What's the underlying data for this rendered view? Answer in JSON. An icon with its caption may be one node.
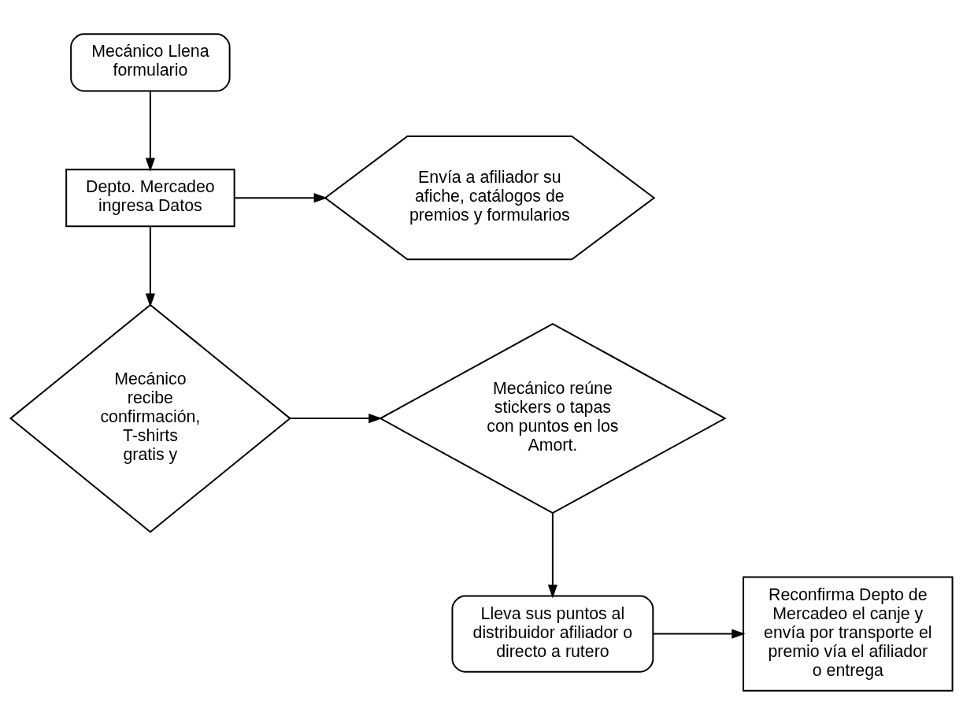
{
  "diagram": {
    "nodes": [
      {
        "text": [
          "Mecánico Llena formulario"
        ]
      },
      {
        "text": [
          "Depto. Mercadeo ingresa Datos"
        ]
      },
      {
        "text": [
          "Envía a afiliador su afiche, catálogos de premios y formularios"
        ]
      },
      {
        "text": [
          "Mecánico recibe confirmación, T-shirts gratis y"
        ]
      },
      {
        "text": [
          "Mecánico reúne stickers o tapas con puntos en los Amort."
        ]
      },
      {
        "text": [
          "Lleva sus puntos al distribuidor afiliador o directo a rutero"
        ]
      },
      {
        "text": [
          "Reconfirma Depto de Mercadeo el canje y envía por transporte el premio vía el afiliador o entrega"
        ]
      }
    ],
    "edges": [
      {
        "from": 0,
        "to": 1,
        "arrow": "to"
      },
      {
        "from": 1,
        "to": 2,
        "arrow": "to"
      },
      {
        "from": 1,
        "to": 3,
        "arrow": "to"
      },
      {
        "from": 3,
        "to": 4,
        "arrow": "to"
      },
      {
        "from": 4,
        "to": 5,
        "arrow": "to"
      },
      {
        "from": 5,
        "to": 6,
        "arrow": "to"
      }
    ]
  }
}
